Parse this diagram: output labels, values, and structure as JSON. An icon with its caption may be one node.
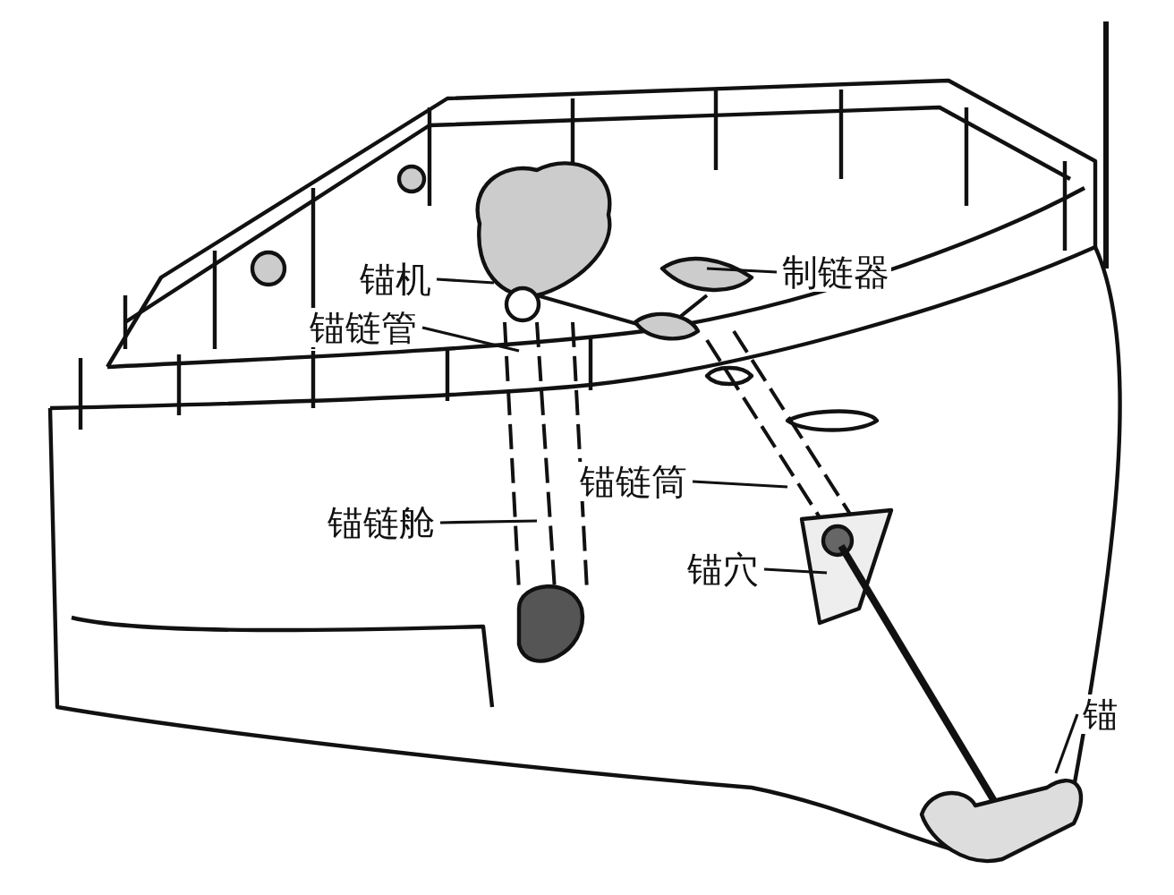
{
  "diagram": {
    "nodes": [
      {
        "text": [
          "锚机"
        ]
      },
      {
        "text": [
          "制链器"
        ]
      },
      {
        "text": [
          "锚链管"
        ]
      },
      {
        "text": [
          "锚链筒"
        ]
      },
      {
        "text": [
          "锚链舱"
        ]
      },
      {
        "text": [
          "锚穴"
        ]
      },
      {
        "text": [
          "锚"
        ]
      }
    ],
    "edges": [
      {
        "from": 0,
        "to": null,
        "arrow": "none"
      },
      {
        "from": 1,
        "to": null,
        "arrow": "none"
      },
      {
        "from": 2,
        "to": null,
        "arrow": "none"
      },
      {
        "from": 3,
        "to": null,
        "arrow": "none"
      },
      {
        "from": 4,
        "to": null,
        "arrow": "none"
      },
      {
        "from": 5,
        "to": null,
        "arrow": "none"
      },
      {
        "from": 6,
        "to": null,
        "arrow": "none"
      }
    ]
  }
}
